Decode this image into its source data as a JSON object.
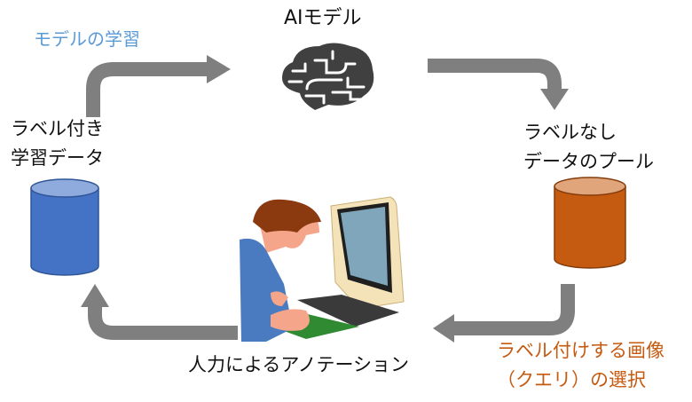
{
  "labels": {
    "model_training": "モデルの学習",
    "ai_model": "AIモデル",
    "labeled_line1": "ラベル付き",
    "labeled_line2": "学習データ",
    "unlabeled_line1": "ラベルなし",
    "unlabeled_line2": "データのプール",
    "annotation": "人力によるアノテーション",
    "query_line1": "ラベル付けする画像",
    "query_line2": "（クエリ）の選択"
  },
  "colors": {
    "arrow": "#7f7f7f",
    "training_text": "#5b9bd5",
    "query_text": "#c55a11",
    "labeled_db": "#4472c4",
    "unlabeled_db": "#c55a11",
    "brain": "#404040"
  }
}
